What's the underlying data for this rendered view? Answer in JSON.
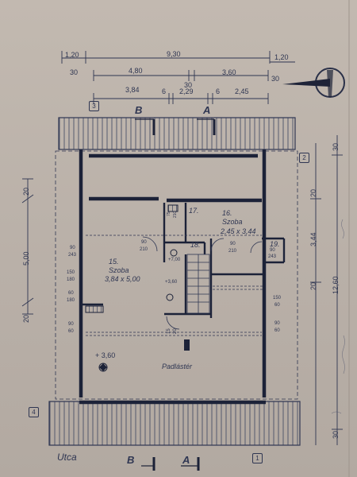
{
  "dims": {
    "top_left_1": "1,20",
    "top_total": "9,30",
    "top_right_1": "1,20",
    "left_30": "30",
    "right_30": "30",
    "mid_480": "4,80",
    "mid_30": "30",
    "mid_360": "3,60",
    "sub_384": "3,84",
    "sub_6a": "6",
    "sub_229": "2,29",
    "sub_6b": "6",
    "sub_245": "2,45",
    "left_20a": "20",
    "left_500": "5,00",
    "left_20b": "20",
    "right_30a": "30",
    "right_20": "20",
    "right_344": "3,44",
    "right_20b": "20",
    "right_1260": "12,60",
    "right_30b": "30"
  },
  "sections": {
    "b_top": "B",
    "a_top": "A",
    "b_bottom": "B",
    "a_bottom": "A"
  },
  "axes": {
    "ax3": "3",
    "ax2": "2",
    "ax4": "4",
    "ax1": "1"
  },
  "rooms": {
    "r15_num": "15.",
    "r15_name": "Szoba",
    "r15_size": "3,84 x 5,00",
    "r16_num": "16.",
    "r16_name": "Szoba",
    "r16_size": "2,45 x 3,44",
    "r17_num": "17.",
    "r18_num": "18.",
    "r19_num": "19.",
    "attic": "Padlástér"
  },
  "levels": {
    "l700": "+7,00",
    "l360a": "+3,60",
    "l360b": "+ 3,60"
  },
  "openings": {
    "o90_243a": "90",
    "o90_243a_b": "243",
    "o150_180": "150",
    "o150_180_b": "180",
    "o60_180": "60",
    "o60_180_b": "180",
    "o90_60": "90",
    "o90_60_b": "60",
    "o90_210a": "90",
    "o90_210a_b": "210",
    "o90_210b": "90",
    "o90_210b_b": "210",
    "o75_210": "75",
    "o75_210_b": "210",
    "o90_243b": "90",
    "o90_243b_b": "243",
    "o150_60": "150",
    "o150_60_b": "60",
    "o90_60b": "90",
    "o90_60b_b": "60",
    "stair_15": "15",
    "stair_15b": "20"
  },
  "street": "Utca"
}
